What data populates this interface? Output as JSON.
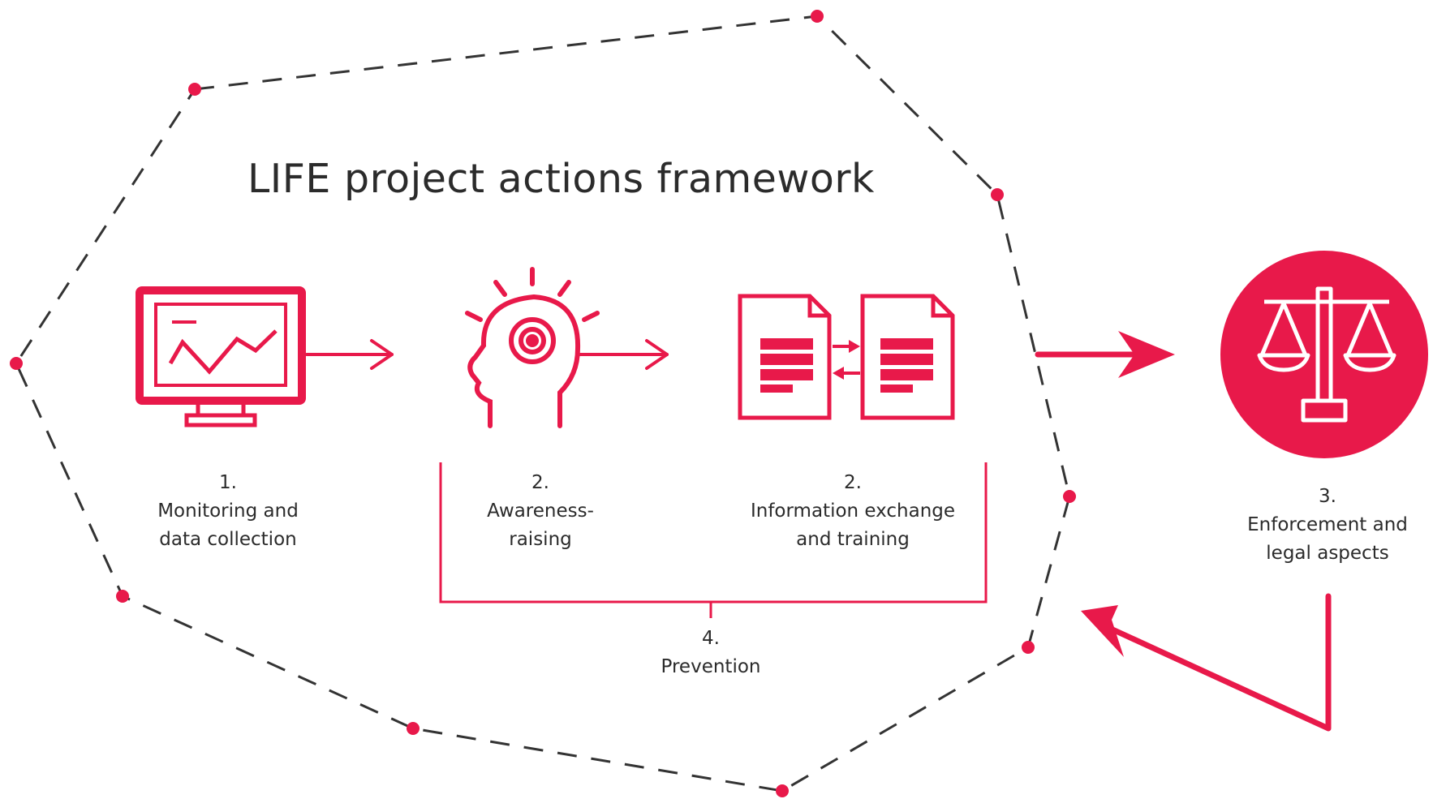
{
  "title": "LIFE project actions framework",
  "steps": [
    {
      "number": "1.",
      "lines": [
        "Monitoring and",
        "data collection"
      ]
    },
    {
      "number": "2.",
      "lines": [
        "Awareness-",
        "raising"
      ]
    },
    {
      "number": "2.",
      "lines": [
        "Information exchange",
        "and training"
      ]
    },
    {
      "number": "3.",
      "lines": [
        "Enforcement and",
        "legal aspects"
      ]
    },
    {
      "number": "4.",
      "lines": [
        "Prevention"
      ]
    }
  ],
  "colors": {
    "accent": "#e8194a",
    "text": "#2b2b2b",
    "dashed": "#333333"
  },
  "icons": [
    "monitor-chart-icon",
    "head-target-icon",
    "document-exchange-icon",
    "scales-of-justice-icon"
  ]
}
